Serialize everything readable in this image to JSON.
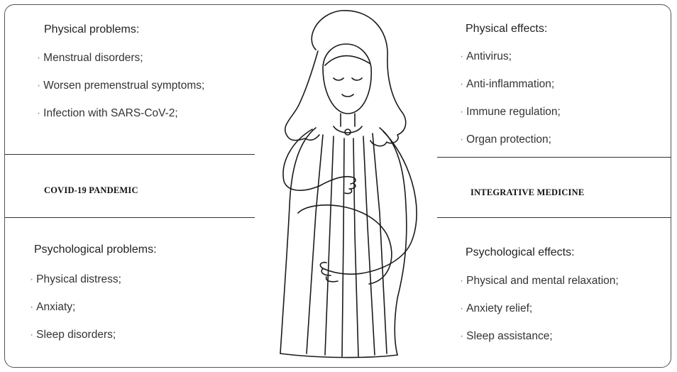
{
  "left": {
    "physical": {
      "title": "Physical problems:",
      "items": [
        "Menstrual disorders;",
        "Worsen premenstrual symptoms;",
        "Infection with SARS-CoV-2;"
      ]
    },
    "heading": "COVID-19 PANDEMIC",
    "psychological": {
      "title": "Psychological problems:",
      "items": [
        "Physical distress;",
        "Anxiaty;",
        "Sleep disorders;"
      ]
    }
  },
  "right": {
    "physical": {
      "title": "Physical effects:",
      "items": [
        "Antivirus;",
        "Anti-inflammation;",
        "Immune regulation;",
        "Organ protection;"
      ]
    },
    "heading": "INTEGRATIVE MEDICINE",
    "psychological": {
      "title": "Psychological effects:",
      "items": [
        "Physical and mental relaxation;",
        "Anxiety relief;",
        "Sleep assistance;"
      ]
    }
  },
  "bullet": "·",
  "figure_icon": "pregnant-woman-illustration",
  "colors": {
    "border": "#555555",
    "text": "#2a2a2a",
    "heading": "#111111"
  }
}
